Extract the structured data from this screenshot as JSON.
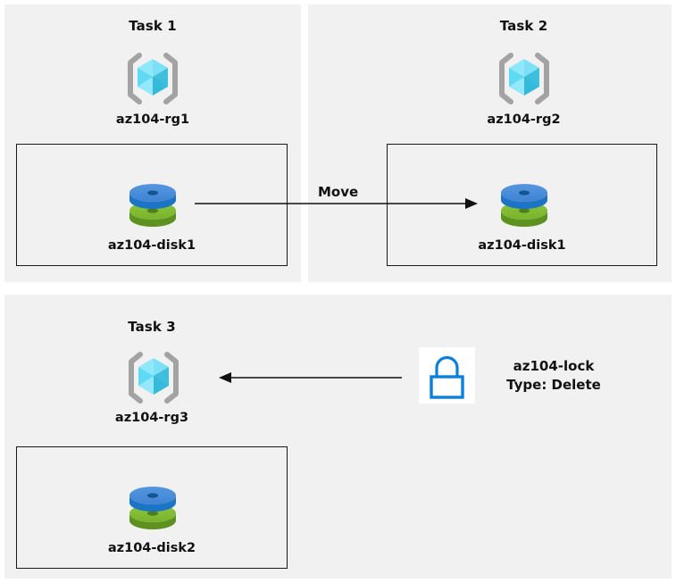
{
  "diagram": {
    "background_color": "#ffffff",
    "panel_color": "#f1f1f1",
    "border_color": "#1a1a1a",
    "accent_colors": {
      "resource_group_cube_light": "#7de2f7",
      "resource_group_cube_mid": "#3fd4f2",
      "resource_group_cube_dark": "#38b4d4",
      "resource_group_bracket": "#a3a3a3",
      "disk_blue": "#3a86d8",
      "disk_green": "#7ab828",
      "lock_blue": "#0a7fdb"
    }
  },
  "panels": {
    "task1": {
      "title": "Task 1",
      "resource_group": {
        "icon": "resource-group-cube-icon",
        "label": "az104-rg1"
      },
      "resource": {
        "icon": "managed-disk-icon",
        "label": "az104-disk1"
      }
    },
    "task2": {
      "title": "Task 2",
      "resource_group": {
        "icon": "resource-group-cube-icon",
        "label": "az104-rg2"
      },
      "resource": {
        "icon": "managed-disk-icon",
        "label": "az104-disk1"
      }
    },
    "task3": {
      "title": "Task 3",
      "resource_group": {
        "icon": "resource-group-cube-icon",
        "label": "az104-rg3"
      },
      "resource": {
        "icon": "managed-disk-icon",
        "label": "az104-disk2"
      },
      "lock": {
        "icon": "lock-icon",
        "name": "az104-lock",
        "type": "Type: Delete"
      }
    }
  },
  "connectors": {
    "move_arrow": {
      "label": "Move",
      "direction": "right"
    },
    "lock_arrow": {
      "label": "",
      "direction": "left"
    }
  }
}
